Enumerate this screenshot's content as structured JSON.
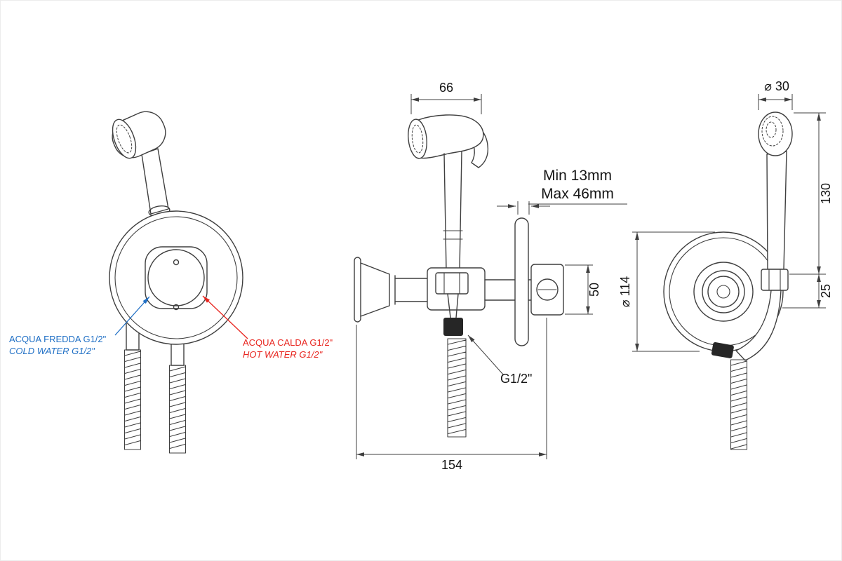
{
  "drawing": {
    "dims": {
      "d66": "66",
      "min13": "Min 13mm",
      "max46": "Max 46mm",
      "d50": "50",
      "d154": "154",
      "d30": "⌀ 30",
      "d130": "130",
      "d114": "⌀ 114",
      "d25": "25",
      "g12": "G1/2\""
    },
    "labels": {
      "cold_it": "ACQUA FREDDA G1/2\"",
      "cold_en": "COLD WATER G1/2\"",
      "hot_it": "ACQUA CALDA G1/2\"",
      "hot_en": "HOT WATER G1/2\""
    },
    "colors": {
      "line": "#3f3f3f",
      "text": "#151515",
      "cold": "#1f6fc5",
      "hot": "#e8251f",
      "bg": "#ffffff"
    }
  }
}
